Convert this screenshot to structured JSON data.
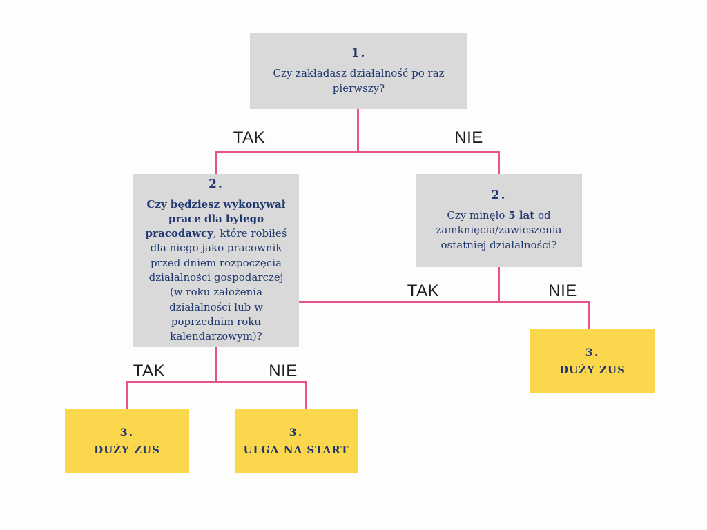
{
  "colors": {
    "background": "#fdfdfc",
    "question_box_gray": "#d9d9d9",
    "result_box_yellow": "#fbd74e",
    "box_text_navy": "#20386f",
    "connector_pink": "#e6528b",
    "edge_label_black": "#1d1d1d"
  },
  "nodes": {
    "q1": {
      "number": "1.",
      "text": "Czy zakładasz działalność po raz pierwszy?"
    },
    "q2_left": {
      "number": "2.",
      "bold_text": "Czy będziesz wykonywał prace dla byłego pracodawcy",
      "rest_text": ", które robiłeś dla niego jako pracownik przed dniem rozpoczęcia działalności gospodarczej (w roku założenia działalności lub w poprzednim roku kalendarzowym)?"
    },
    "q2_right": {
      "number": "2.",
      "text_before": "Czy minęło ",
      "bold_text": "5 lat",
      "rest_text": " od zamknięcia/zawieszenia ostatniej działalności?"
    },
    "result_duzy_zus_left": {
      "number": "3.",
      "label": "DUŻY ZUS"
    },
    "result_ulga_na_start": {
      "number": "3.",
      "label": "ULGA NA START"
    },
    "result_duzy_zus_right": {
      "number": "3.",
      "label": "DUŻY ZUS"
    }
  },
  "edge_labels": {
    "q1_yes": "TAK",
    "q1_no": "NIE",
    "q2_right_yes": "TAK",
    "q2_right_no": "NIE",
    "q2_left_yes": "TAK",
    "q2_left_no": "NIE"
  },
  "edges": [
    {
      "from": "q1",
      "to": "q2_left",
      "label": "TAK"
    },
    {
      "from": "q1",
      "to": "q2_right",
      "label": "NIE"
    },
    {
      "from": "q2_right",
      "to": "q2_left",
      "label": "TAK"
    },
    {
      "from": "q2_right",
      "to": "result_duzy_zus_right",
      "label": "NIE"
    },
    {
      "from": "q2_left",
      "to": "result_duzy_zus_left",
      "label": "TAK"
    },
    {
      "from": "q2_left",
      "to": "result_ulga_na_start",
      "label": "NIE"
    }
  ]
}
